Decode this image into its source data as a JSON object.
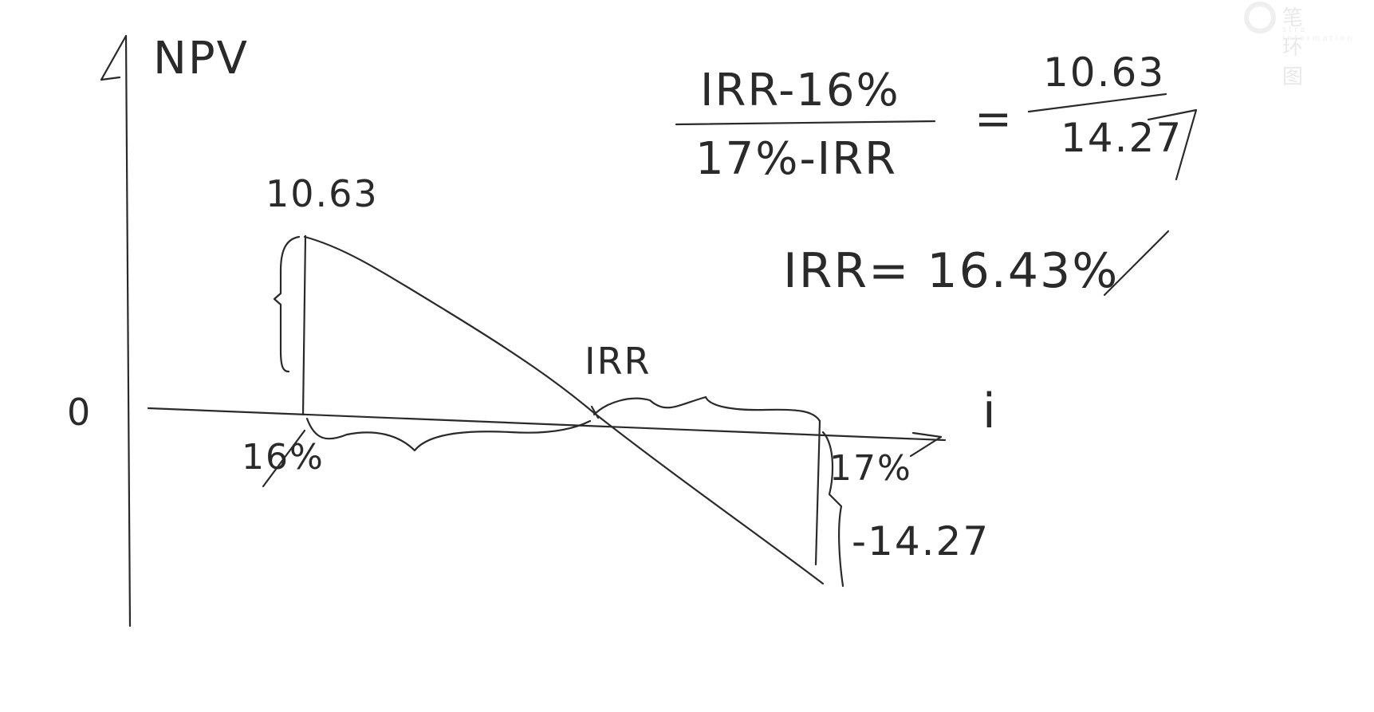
{
  "watermark": {
    "text": "笔环图",
    "subtext": "stra information"
  },
  "graph": {
    "y_axis_label": "NPV",
    "x_axis_label": "i",
    "origin_label": "0",
    "npv_high_label": "10.63",
    "npv_low_label": "-14.27",
    "rate_low_label": "16%",
    "rate_high_label": "17%",
    "crossing_label": "IRR"
  },
  "equation": {
    "lhs_numerator": "IRR-16%",
    "lhs_denominator": "17%-IRR",
    "equals": "=",
    "rhs_numerator": "10.63",
    "rhs_denominator": "14.27",
    "result": "IRR= 16.43%"
  }
}
